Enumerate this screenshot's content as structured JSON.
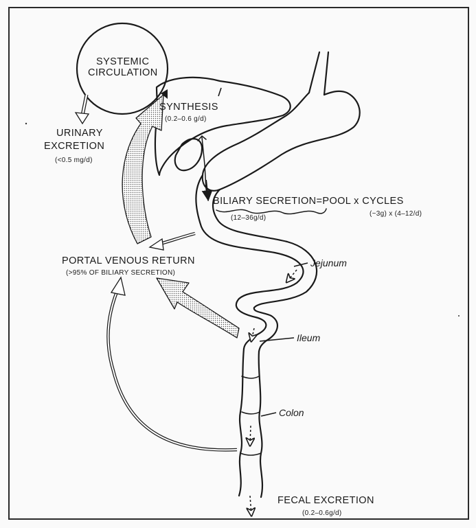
{
  "labels": {
    "systemic_line1": "SYSTEMIC",
    "systemic_line2": "CIRCULATION",
    "synthesis": "SYNTHESIS",
    "synthesis_rate": "(0.2–0.6 g/d)",
    "urinary_line1": "URINARY",
    "urinary_line2": "EXCRETION",
    "urinary_rate": "(<0.5 mg/d)",
    "biliary": "BILIARY SECRETION=POOL x CYCLES",
    "biliary_rate": "(12–36g/d)",
    "pool_cycles": "(~3g) x (4–12/d)",
    "portal_line1": "PORTAL VENOUS RETURN",
    "portal_line2": "(>95% OF BILIARY SECRETION)",
    "jejunum": "Jejunum",
    "ileum": "Ileum",
    "colon": "Colon",
    "fecal": "FECAL EXCRETION",
    "fecal_rate": "(0.2–0.6g/d)"
  }
}
